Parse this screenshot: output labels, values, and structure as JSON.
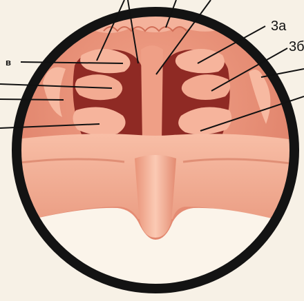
{
  "labels": {
    "l3a": "3а",
    "l3b": "3б",
    "lv": "в"
  },
  "colors": {
    "background": "#f7f1e6",
    "ring": "#131313",
    "mucosa": "#e88f78",
    "mucosa_light": "#f7b69e",
    "cavity": "#8f2a24",
    "throat": "#fbf4ea",
    "leader": "#111111"
  }
}
